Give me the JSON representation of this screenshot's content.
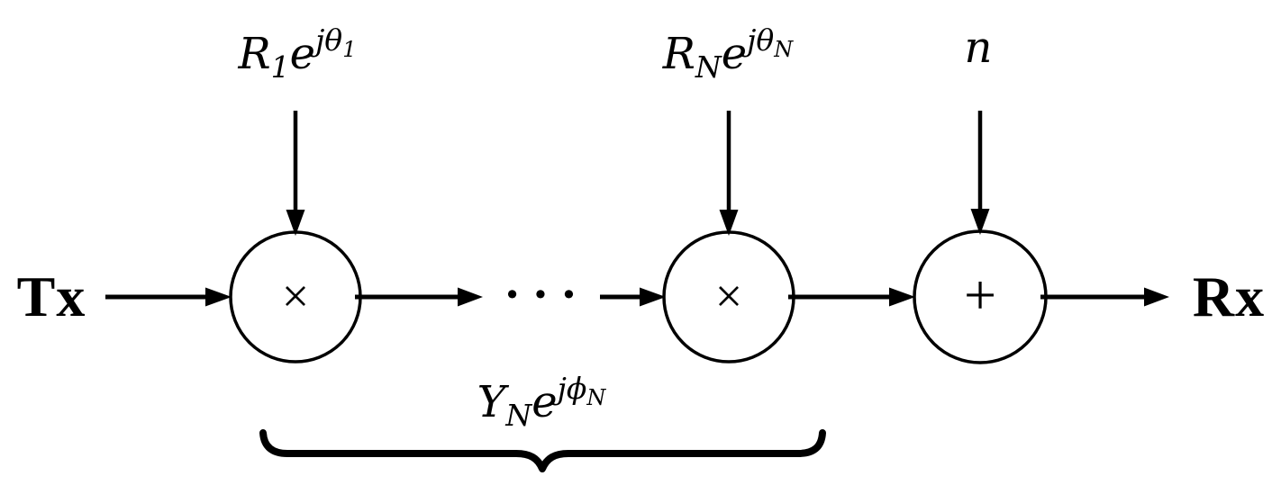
{
  "figure": {
    "colors": {
      "ink": "#000000",
      "background": "#ffffff"
    },
    "tx_label": "Tx",
    "rx_label": "Rx",
    "noise_label": "n",
    "ellipsis": "···",
    "multiplier_symbol": "×",
    "adder_symbol": "+",
    "gain_labels": [
      {
        "base": "R",
        "base_sub": "1",
        "exp": "e",
        "exp_sup": "jθ",
        "exp_sup_sub": "1"
      },
      {
        "base": "R",
        "base_sub": "N",
        "exp": "e",
        "exp_sup": "jθ",
        "exp_sup_sub": "N"
      }
    ],
    "combined_label": {
      "base": "Y",
      "base_sub": "N",
      "exp": "e",
      "exp_sup": "jϕ",
      "exp_sup_sub": "N"
    }
  }
}
